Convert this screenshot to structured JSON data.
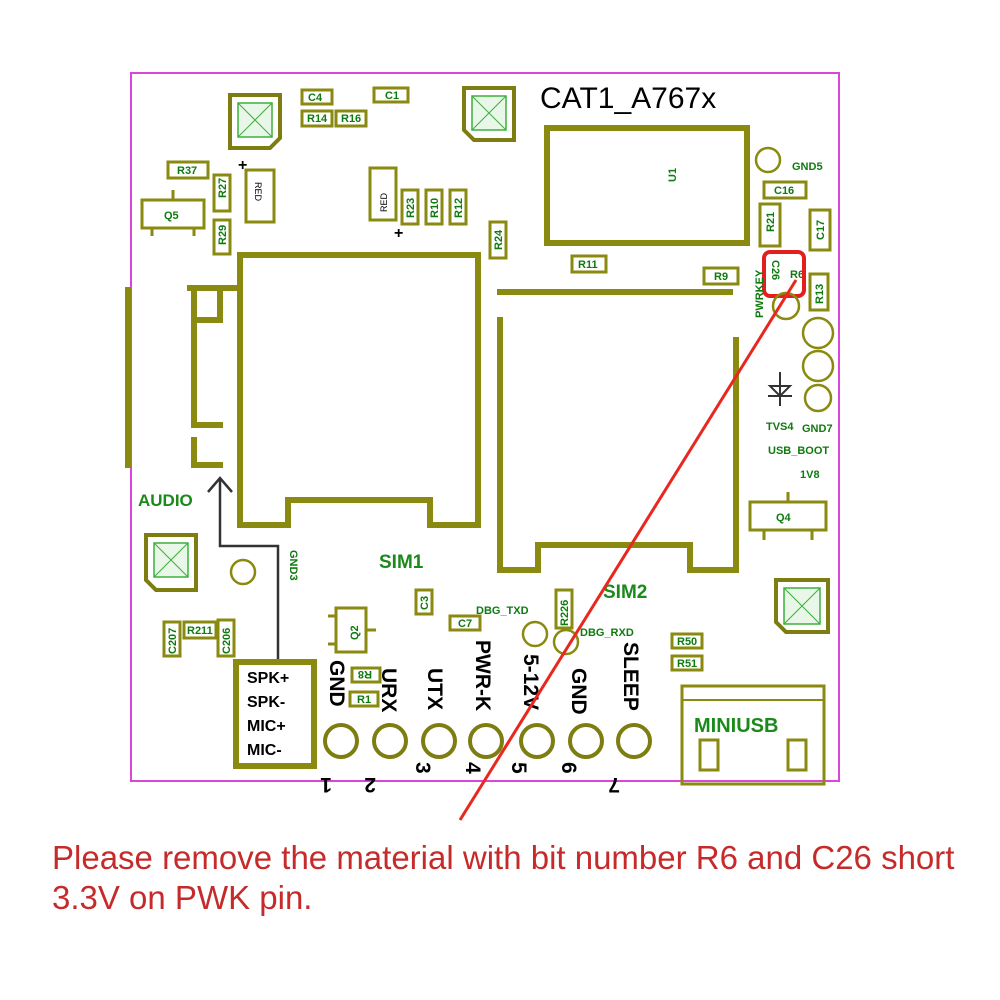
{
  "board": {
    "title": "CAT1_A767x",
    "labels": {
      "audio": "AUDIO",
      "gnd3": "GND3",
      "sim1": "SIM1",
      "sim2": "SIM2",
      "miniusb": "MINIUSB",
      "gnd5": "GND5",
      "gnd7": "GND7",
      "tvs4": "TVS4",
      "usb_boot": "USB_BOOT",
      "v1v8": "1V8",
      "pwrkey": "PWRKEY",
      "dbg_txd": "DBG_TXD",
      "dbg_rxd": "DBG_RXD"
    },
    "components": {
      "u1": "U1",
      "c4": "C4",
      "c1": "C1",
      "r14": "R14",
      "r16": "R16",
      "r37": "R37",
      "r27": "R27",
      "r29": "R29",
      "q5": "Q5",
      "red1": "RED",
      "red2": "RED",
      "r23": "R23",
      "r10": "R10",
      "r12": "R12",
      "r24": "R24",
      "r11": "R11",
      "r9": "R9",
      "c16": "C16",
      "c17": "C17",
      "r21": "R21",
      "c26": "C26",
      "r6": "R6",
      "r13": "R13",
      "q4": "Q4",
      "c207": "C207",
      "r211": "R211",
      "c206": "C206",
      "q2": "Q2",
      "r8": "R8",
      "r1": "R1",
      "c3": "C3",
      "c7": "C7",
      "r226": "R226",
      "r50": "R50",
      "r51": "R51"
    },
    "audio_block": [
      "SPK+",
      "SPK-",
      "MIC+",
      "MIC-"
    ],
    "header_pins": [
      {
        "name": "GND",
        "number": "1"
      },
      {
        "name": "URX",
        "number": "2"
      },
      {
        "name": "UTX",
        "number": "3"
      },
      {
        "name": "PWR-K",
        "number": "4"
      },
      {
        "name": "5-12V",
        "number": "5"
      },
      {
        "name": "GND",
        "number": "6"
      },
      {
        "name": "SLEEP",
        "number": "7"
      }
    ]
  },
  "annotation": {
    "text": "Please remove the material with bit number R6 and C26 short 3.3V on PWK pin.",
    "color": "#c62b2b"
  },
  "colors": {
    "silkscreen": "#8a8a10",
    "outline": "#d946d9",
    "component_text": "#0f7a0f",
    "arrow": "#e8281e"
  }
}
